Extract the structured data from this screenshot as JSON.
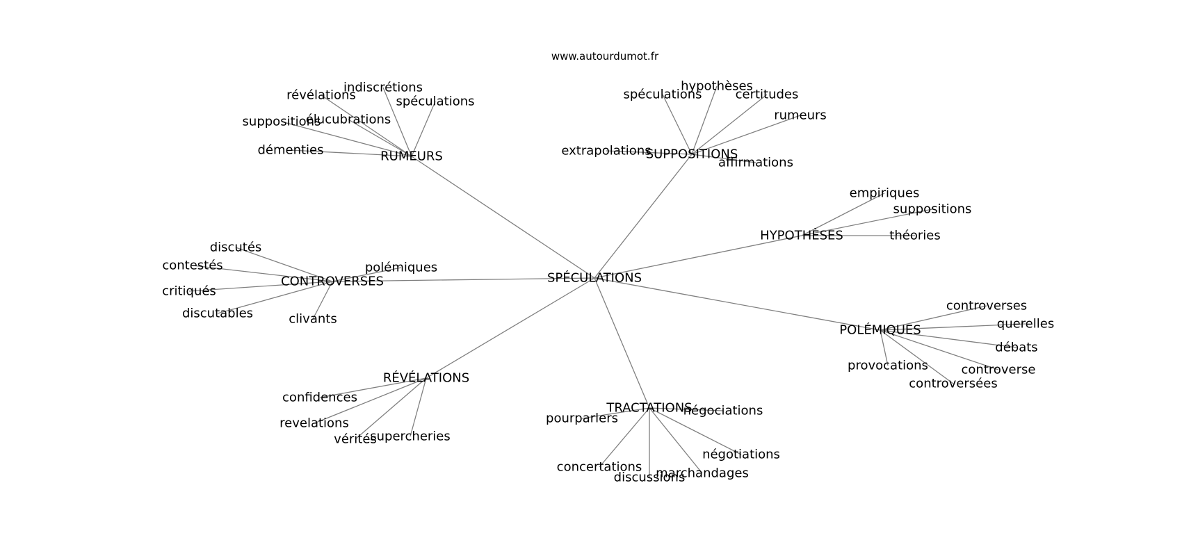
{
  "source": "www.autourdumot.fr",
  "center": "SPÉCULATIONS",
  "clusters": [
    {
      "label": "RUMEURS",
      "leaves": [
        "indiscrétions",
        "révélations",
        "spéculations",
        "élucubrations",
        "suppositions",
        "démenties"
      ]
    },
    {
      "label": "SUPPOSITIONS",
      "leaves": [
        "hypothèses",
        "spéculations",
        "certitudes",
        "rumeurs",
        "extrapolations",
        "affirmations"
      ]
    },
    {
      "label": "HYPOTHÈSES",
      "leaves": [
        "empiriques",
        "suppositions",
        "théories"
      ]
    },
    {
      "label": "CONTROVERSES",
      "leaves": [
        "discutés",
        "contestés",
        "polémiques",
        "critiqués",
        "discutables",
        "clivants"
      ]
    },
    {
      "label": "POLÉMIQUES",
      "leaves": [
        "controverses",
        "querelles",
        "débats",
        "provocations",
        "controverse",
        "controversées"
      ]
    },
    {
      "label": "RÉVÉLATIONS",
      "leaves": [
        "confidences",
        "revelations",
        "vérités",
        "supercheries"
      ]
    },
    {
      "label": "TRACTATIONS",
      "leaves": [
        "négociations",
        "pourparlers",
        "négotiations",
        "concertations",
        "marchandages",
        "discussions"
      ]
    }
  ]
}
